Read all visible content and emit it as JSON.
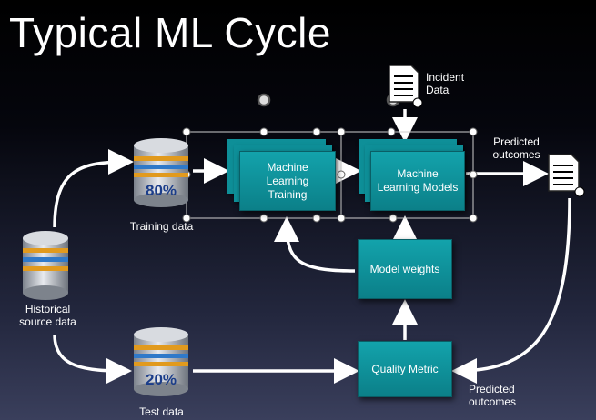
{
  "title": "Typical ML Cycle",
  "nodes": {
    "historical": "Historical\nsource data",
    "training_pct": "80%",
    "training_label": "Training data",
    "test_pct": "20%",
    "test_label": "Test data",
    "ml_training": "Machine\nLearning\nTraining",
    "ml_models": "Machine\nLearning Models",
    "model_weights": "Model weights",
    "quality_metric": "Quality Metric",
    "incident": "Incident\nData",
    "predicted_top": "Predicted\noutcomes",
    "predicted_bottom": "Predicted\noutcomes"
  },
  "colors": {
    "box": "#0f95a0",
    "arrow": "#ffffff",
    "db_top": "#c9cdd3",
    "db_ring": "#e19a1e",
    "db_blue": "#2f79c9"
  }
}
